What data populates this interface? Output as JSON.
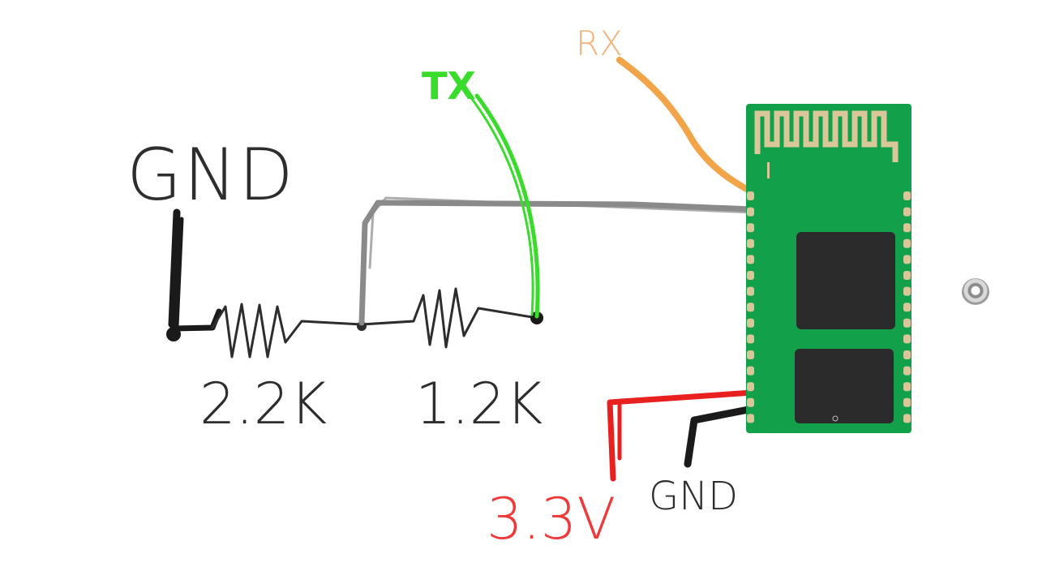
{
  "labels": {
    "gnd_left": "GND",
    "tx": "TX",
    "rx": "RX",
    "r1": "2.2K",
    "r2": "1.2K",
    "supply": "3.3V",
    "gnd_module": "GND"
  },
  "colors": {
    "wire_gnd": "#1a1a1a",
    "wire_gray": "#8a8a8a",
    "wire_tx": "#3adc2c",
    "wire_rx": "#f2a449",
    "wire_power": "#e82020",
    "pcb_green": "#12a04a",
    "antenna_gold": "#d9c79a",
    "chip_black": "#2b2b2b"
  },
  "icons": {
    "side_control": "radio-knob-icon"
  }
}
